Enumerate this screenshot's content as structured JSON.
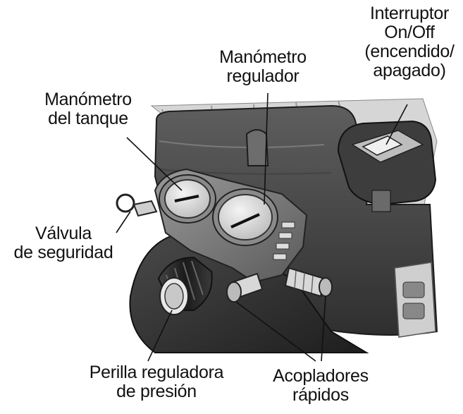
{
  "labels": {
    "tank_gauge": [
      "Manómetro",
      "del tanque"
    ],
    "regulator_gauge": [
      "Manómetro",
      "regulador"
    ],
    "switch": [
      "Interruptor",
      "On/Off",
      "(encendido/",
      "apagado)"
    ],
    "safety_valve": [
      "Válvula",
      "de seguridad"
    ],
    "pressure_knob": [
      "Perilla reguladora",
      "de presión"
    ],
    "quick_couplers": [
      "Acopladores",
      "rápidos"
    ]
  }
}
